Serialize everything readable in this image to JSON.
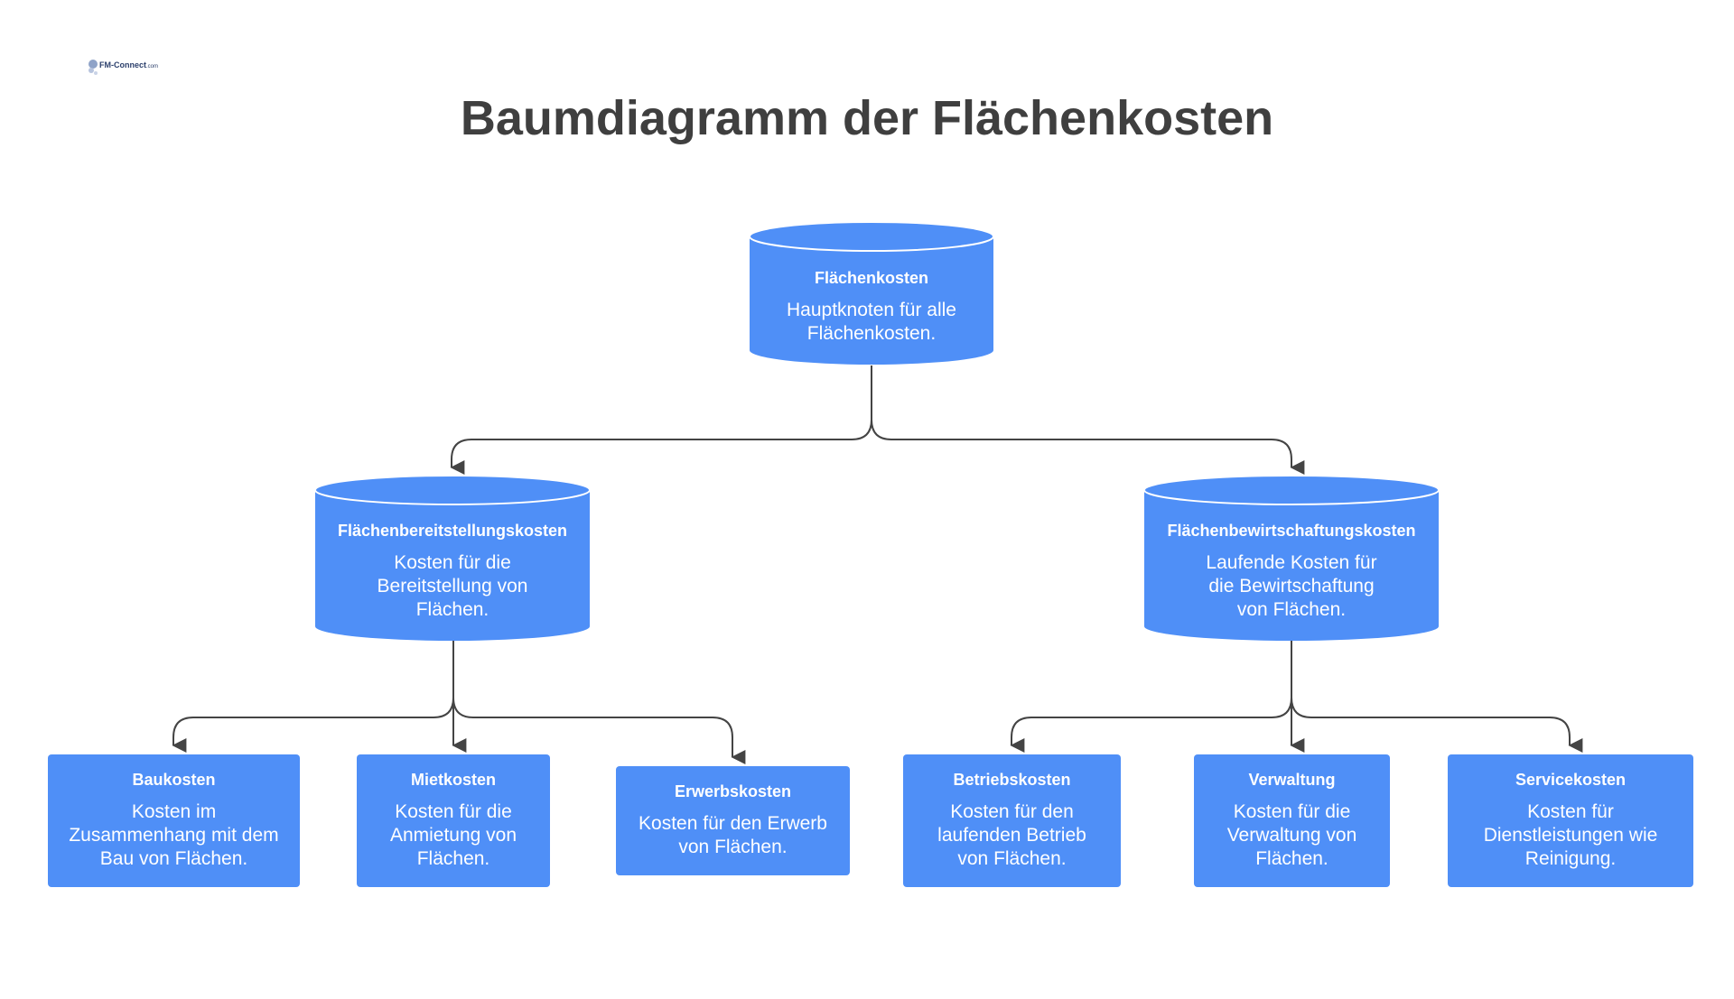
{
  "logo": {
    "text": "FM-Connect",
    "suffix": ".com"
  },
  "title": "Baumdiagramm der Flächenkosten",
  "colors": {
    "node_fill": "#4f8ff7",
    "node_top": "#4f8ff7",
    "link": "#444444",
    "text": "#3f3f3f"
  },
  "root": {
    "label": "Flächenkosten",
    "desc": "Hauptknoten für alle Flächenkosten."
  },
  "branches": [
    {
      "label": "Flächenbereitstellungskosten",
      "desc": "Kosten für die Bereitstellung von Flächen.",
      "children": [
        {
          "label": "Baukosten",
          "desc": "Kosten im Zusammenhang mit dem Bau von Flächen."
        },
        {
          "label": "Mietkosten",
          "desc": "Kosten für die Anmietung von Flächen."
        },
        {
          "label": "Erwerbskosten",
          "desc": "Kosten für den Erwerb von Flächen."
        }
      ]
    },
    {
      "label": "Flächenbewirtschaftungskosten",
      "desc": "Laufende Kosten für die Bewirtschaftung von Flächen.",
      "children": [
        {
          "label": "Betriebskosten",
          "desc": "Kosten für den laufenden Betrieb von Flächen."
        },
        {
          "label": "Verwaltung",
          "desc": "Kosten für die Verwaltung von Flächen."
        },
        {
          "label": "Servicekosten",
          "desc": "Kosten für Dienstleistungen wie Reinigung."
        }
      ]
    }
  ]
}
